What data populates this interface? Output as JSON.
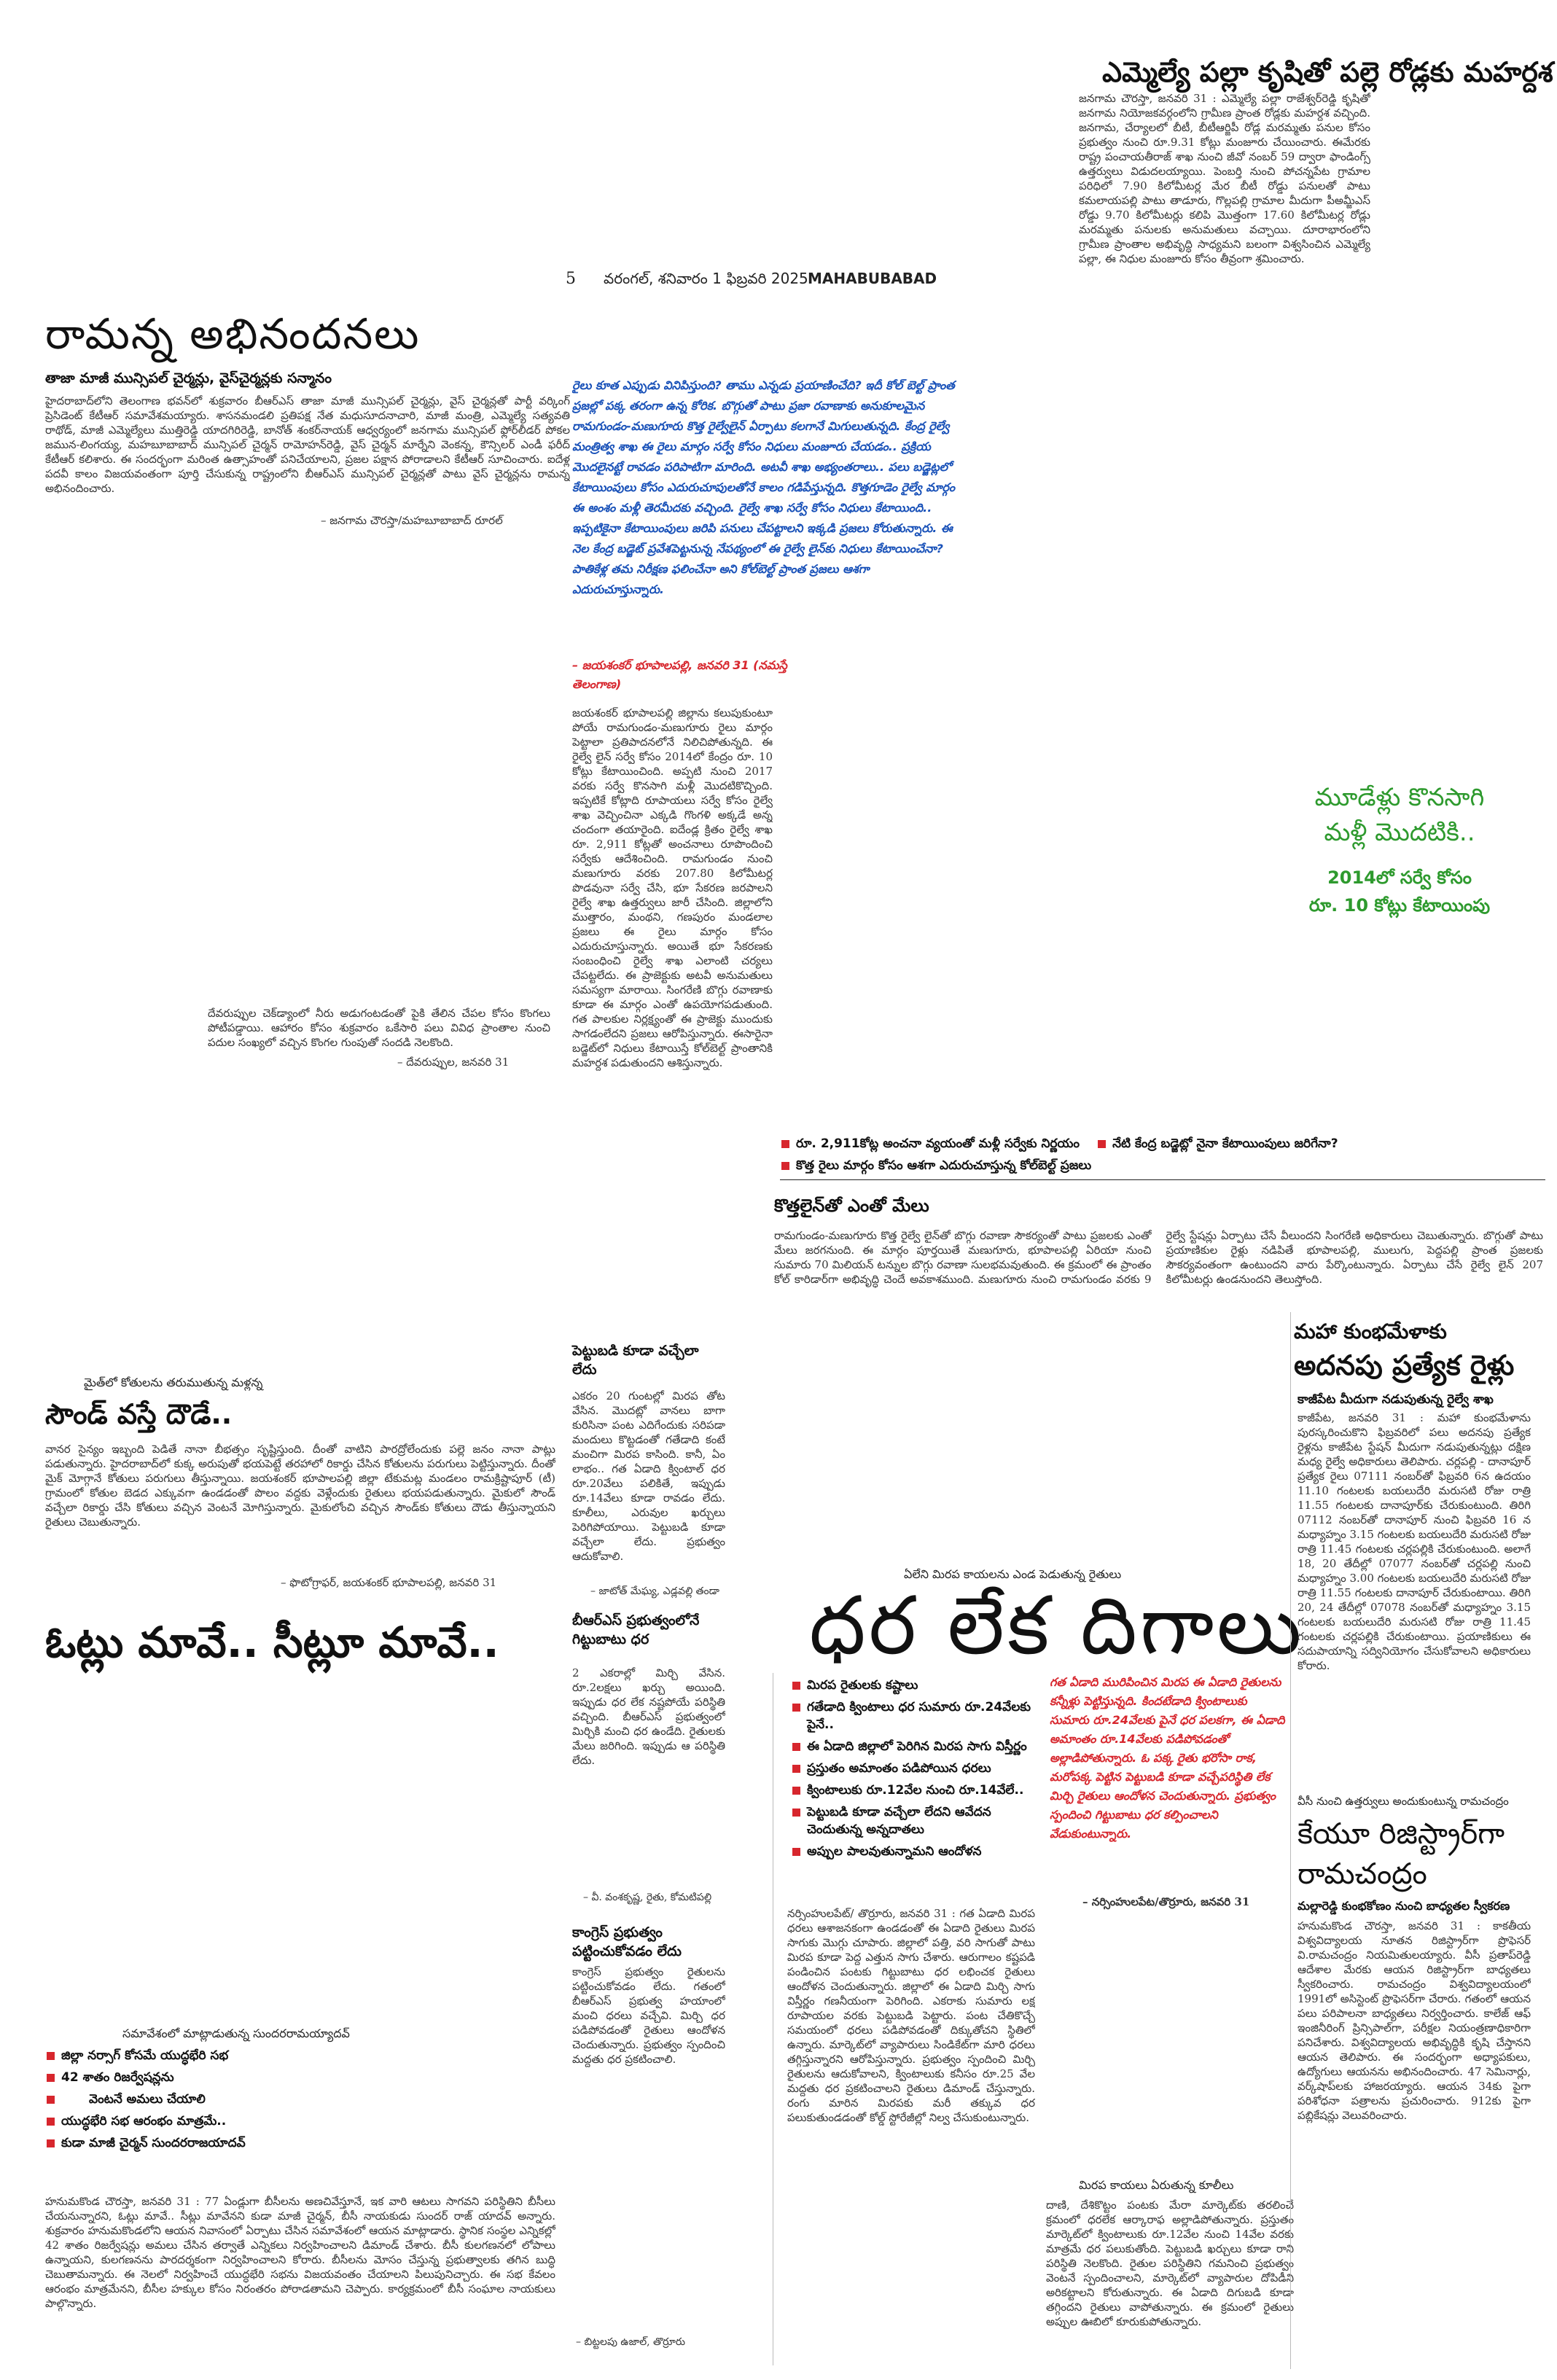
{
  "colors": {
    "accent_red": "#d7262d",
    "accent_green": "#2e9a2e",
    "accent_blue": "#1750b8"
  },
  "folio": {
    "page": "5",
    "dateline": "వరంగల్, శనివారం 1 ఫిబ్రవరి 2025",
    "edition": "MAHABUBABAD"
  },
  "story_road": {
    "headline": "ఎమ్మెల్యే పల్లా కృషితో పల్లె రోడ్లకు మహర్దశ",
    "body": "జనగామ చౌరస్తా, జనవరి 31 : ఎమ్మెల్యే పల్లా రాజేశ్వర్‌రెడ్డి కృషితో జనగామ నియోజకవర్గంలోని గ్రామీణ ప్రాంత రోడ్లకు మహర్దశ వచ్చింది. జనగామ, చేర్యాలలో బీటీ, బీటీఆర్జిపీ రోడ్ల మరమ్మతు పనుల కోసం ప్రభుత్వం నుంచి రూ.9.31 కోట్లు మంజూరు చేయించారు. ఈమేరకు రాష్ట్ర పంచాయతీరాజ్ శాఖ నుంచి జీవో నంబర్ 59 ద్వారా ఫాండింగ్స్ ఉత్తర్వులు విడుదలయ్యాయి. పెంబర్తి నుంచి పోచన్నపేట గ్రామాల పరిధిలో 7.90 కిలోమీటర్ల మేర బీటీ రోడ్డు పనులతో పాటు కమలాయపల్లి పాటు తాడూరు, గొల్లపల్లి గ్రామాల మీదుగా పీఅమ్జీఎస్ రోడ్డు 9.70 కిలోమీటర్లు కలిపి మొత్తంగా 17.60 కిలోమీటర్ల రోడ్లు మరమ్మతు పనులకు అనుమతులు వచ్చాయి. దూరాభారంలోని గ్రామీణ ప్రాంతాల అభివృద్ధి సాధ్యమని బలంగా విశ్వసించిన ఎమ్మెల్యే పల్లా, ఈ నిధుల మంజూరు కోసం తీవ్రంగా శ్రమించారు."
  },
  "story_greetings": {
    "headline": "రామన్న అభినందనలు",
    "subhead": "తాజా మాజీ మున్సిపల్ చైర్మన్లు, వైస్‌చైర్మన్లకు సన్మానం",
    "body": "హైదరాబాద్‌లోని తెలంగాణ భవన్‌లో శుక్రవారం బీఆర్‌ఎస్ తాజా మాజీ మున్సిపల్ చైర్మన్లు, వైస్ చైర్మన్లతో పార్టీ వర్కింగ్ ప్రెసిడెంట్ కేటీఆర్ సమావేశమయ్యారు. శాసనమండలి ప్రతిపక్ష నేత మధుసూదనాచారి, మాజీ మంత్రి, ఎమ్మెల్యే సత్యవతి రాథోడ్, మాజీ ఎమ్మెల్యేలు ముత్తిరెడ్డి యాదగిరిరెడ్డి, బానోత్ శంకర్‌నాయక్ ఆధ్వర్యంలో జనగామ మున్సిపల్ ఫ్లోర్‌లీడర్ పోకల జమున-లింగయ్య, మహబూబాబాద్ మున్సిపల్ చైర్మన్ రామోహన్‌రెడ్డి, వైస్ చైర్మన్ మార్నేని వెంకన్న, కౌన్సిలర్ ఎండీ ఫరీద్‌ కేటీఆర్‌ కలిశారు. ఈ సందర్భంగా మరింత ఉత్సాహంతో పనిచేయాలని, ప్రజల పక్షాన పోరాడాలని కేటీఆర్ సూచించారు. ఐదేళ్ల పదవీ కాలం విజయవంతంగా పూర్తి చేసుకున్న రాష్ట్రంలోని బీఆర్‌ఎస్ మున్సిపల్ చైర్మన్లతో పాటు వైస్ చైర్మన్లను రామన్న అభినందించారు.",
    "credit": "– జనగామ చౌరస్తా/మహబూబాబాద్ రూరల్"
  },
  "story_railway": {
    "intro": "రైలు కూత ఎప్పుడు వినిపిస్తుంది? తాము ఎన్నడు ప్రయాణించేది? ఇదీ కోల్ బెల్ట్ ప్రాంత ప్రజల్లో పక్క తరంగా ఉన్న కోరిక. బొగ్గుతో పాటు ప్రజా రవాణాకు అనుకూలమైన రామగుండం-మణుగూరు కొత్త రైల్వేలైన్ ఏర్పాటు కలగానే మిగులుతున్నది. కేంద్ర రైల్వే మంత్రిత్వ శాఖ ఈ రైలు మార్గం సర్వే కోసం నిధులు మంజూరు చేయడం.. ప్రక్రియ మొదలైనట్టే రావడం పరిపాటిగా మారింది. అటవీ శాఖ అభ్యంతరాలు.. పలు బడ్జెట్లలో కేటాయింపులు కోసం ఎదురుచూపులతోనే కాలం గడిపేస్తున్నది. కొత్తగూడెం రైల్వే మార్గం ఈ అంశం మళ్లీ తెరమీదకు వచ్చింది. రైల్వే శాఖ సర్వే కోసం నిధులు కేటాయింది.. ఇప్పటికైనా కేటాయింపులు జరిపి పనులు చేపట్టాలని ఇక్కడి ప్రజలు కోరుతున్నారు. ఈ నెల కేంద్ర బడ్జెట్ ప్రవేశపెట్టనున్న నేపథ్యంలో ఈ రైల్వే లైన్‌కు నిధులు కేటాయించేనా? పాతికేళ్ల తమ నిరీక్షణ ఫలించేనా అని కోల్‌బెల్ట్ ప్రాంత ప్రజలు ఆశగా ఎదురుచూస్తున్నారు.",
    "intro_credit": "– జయశంకర్ భూపాలపల్లి, జనవరి 31 (నమస్తే తెలంగాణ)",
    "body": "జయశంకర్ భూపాలపల్లి జిల్లాను కలుపుకుంటూ పోయే రామగుండం-మణుగూరు రైలు మార్గం పెట్టాలా ప్రతిపాదనలోనే నిలిచిపోతున్నది. ఈ రైల్వే లైన్ సర్వే కోసం 2014లో కేంద్రం రూ. 10 కోట్లు కేటాయించింది. అప్పటి నుంచి 2017 వరకు సర్వే కొనసాగి మళ్లీ మొదటికొచ్చింది. ఇప్పటికే కోట్లాది రూపాయలు సర్వే కోసం రైల్వే శాఖ వెచ్చించినా ఎక్కడి గొంగళి అక్కడే అన్న చందంగా తయారైంది. ఐదేండ్ల క్రితం రైల్వే శాఖ రూ. 2,911 కోట్లతో అంచనాలు రూపొందించి సర్వేకు ఆదేశించింది. రామగుండం నుంచి మణుగూరు వరకు 207.80 కిలోమీటర్ల పొడవునా సర్వే చేసి, భూ సేకరణ జరపాలని రైల్వే శాఖ ఉత్తర్వులు జారీ చేసింది. జిల్లాలోని ముత్తారం, మంథని, గణపురం మండలాల ప్రజలు ఈ రైలు మార్గం కోసం ఎదురుచూస్తున్నారు. అయితే భూ సేకరణకు సంబంధించి రైల్వే శాఖ ఎలాంటి చర్యలు చేపట్టలేదు. ఈ ప్రాజెక్టుకు అటవీ అనుమతులు సమస్యగా మారాయి. సింగరేణి బొగ్గు రవాణాకు కూడా ఈ మార్గం ఎంతో ఉపయోగపడుతుంది. గత పాలకుల నిర్లక్ష్యంతో ఈ ప్రాజెక్టు ముందుకు సాగడంలేదని ప్రజలు ఆరోపిస్తున్నారు. ఈసారైనా బడ్జెట్‌లో నిధులు కేటాయిస్తే కోల్‌బెల్ట్ ప్రాంతానికి మహర్దశ పడుతుందని ఆశిస్తున్నారు.",
    "highlights": [
      "రూ. 2,911కోట్ల అంచనా వ్యయంతో మళ్లీ సర్వేకు నిర్ణయం",
      "నేటి కేంద్ర బడ్జెట్లో నైనా కేటాయింపులు జరిగేనా?",
      "కొత్త రైలు మార్గం కోసం ఆశగా ఎదురుచూస్తున్న కోల్‌బెల్ట్ ప్రజలు"
    ],
    "side_headline": "మూడేళ్లు కొనసాగి మళ్లీ మొదటికి..",
    "side_line1": "2014లో సర్వే కోసం",
    "side_line2": "రూ. 10 కోట్లు కేటాయింపు",
    "subhead_benefit": "కొత్తలైన్‌తో ఎంతో మేలు",
    "benefit_body": "రామగుండం-మణుగూరు కొత్త రైల్వే లైన్‌తో బొగ్గు రవాణా సౌకర్యంతో పాటు ప్రజలకు ఎంతో మేలు జరగనుంది. ఈ మార్గం పూర్తయితే మణుగూరు, భూపాలపల్లి ఏరియా నుంచి సుమారు 70 మిలియన్ టన్నుల బొగ్గు రవాణా సులభమవుతుంది. ఈ క్రమంలో ఈ ప్రాంతం కోల్ కారిడార్‌గా అభివృద్ధి చెందే అవకాశముంది. మణుగూరు నుంచి రామగుండం వరకు 9 రైల్వే స్టేషన్లు ఏర్పాటు చేసే వీలుందని సింగరేణి అధికారులు చెబుతున్నారు. బొగ్గుతో పాటు ప్రయాణికుల రైళ్లు నడిపితే భూపాలపల్లి, ములుగు, పెద్దపల్లి ప్రాంత ప్రజలకు సౌకర్యవంతంగా ఉంటుందని వారు పేర్కొంటున్నారు. ఏర్పాటు చేసే రైల్వే లైన్ 207 కిలోమీటర్లు ఉండనుందని తెలుస్తోంది.",
    "photo_caption": "దేవరుప్పుల చెక్‌డ్యాంలో నీరు అడుగంటడంతో పైకి తేలిన చేపల కోసం కొంగలు పోటీపడ్డాయి. ఆహారం కోసం శుక్రవారం ఒకేసారి పలు వివిధ ప్రాంతాల నుంచి పదుల సంఖ్యలో వచ్చిన కొంగల గుంపుతో సందడి నెలకొంది.",
    "photo_credit": "– దేవరుప్పుల, జనవరి 31"
  },
  "story_sand": {
    "kicker": "మైత్‌లో కోతులను తరుముతున్న మళ్లన్న",
    "headline": "సౌండ్ వస్తే దౌడే..",
    "body": "వానర సైన్యం ఇబ్బంది పెడితే నానా బీభత్సం సృష్టిస్తుంది. దీంతో వాటిని పారద్రోలేందుకు పల్లె జనం నానా పాట్లు పడుతున్నారు. హైదరాబాద్‌లో కుక్క అరుపుతో భయపెట్టే తరహాలో రికార్డు చేసిన కోతులను పరుగులు పెట్టిస్తున్నారు. దీంతో మైక్ మోగ్గానే కోతులు పరుగులు తీస్తున్నాయి. జయశంకర్ భూపాలపల్లి జిల్లా టేకుమట్ల మండలం రామక్రిష్టాపూర్ (టీ) గ్రామంలో కోతుల బెడద ఎక్కువగా ఉండడంతో పొలం వద్దకు వెళ్లేందుకు రైతులు భయపడుతున్నారు. మైకులో సౌండ్ వచ్చేలా రికార్డు చేసి కోతులు వచ్చిన వెంటనే మోగిస్తున్నారు. మైకులోంచి వచ్చిన సౌండ్‌కు కోతులు దౌడు తీస్తున్నాయని రైతులు చెబుతున్నారు.",
    "credit": "– ఫొటోగ్రాఫర్, జయశంకర్ భూపాలపల్లి, జనవరి 31"
  },
  "story_votes": {
    "headline": "ఓట్లు మావే.. సీట్లూ మావే..",
    "kicker": "సమావేశంలో మాట్లాడుతున్న సుందరరామయ్యాదవ్",
    "bullets": [
      "జిల్లా నర్సాగ్ కోసమే యుద్ధభేరి సభ",
      "42 శాతం రిజర్వేషన్లను",
      "వెంటనే అమలు చేయాలి",
      "యుద్ధభేరి సభ ఆరంభం మాత్రమే..",
      "కుడా మాజీ చైర్మన్ సుందరరాజయాదవ్"
    ],
    "body": "హనుమకొండ చౌరస్తా, జనవరి 31 : 77 ఏండ్లుగా బీసీలను అణచివేస్తూనే, ఇక వారి ఆటలు సాగవని పరిస్థితిని బీసీలు చేయనున్నారని, ఓట్లు మావే.. సీట్లు మావేనని కుడా మాజీ చైర్మన్, బీసీ నాయకుడు సుందర్ రాజ్ యాదవ్ అన్నారు. శుక్రవారం హనుమకొండలోని ఆయన నివాసంలో ఏర్పాటు చేసిన సమావేశంలో ఆయన మాట్లాడారు. స్థానిక సంస్థల ఎన్నికల్లో 42 శాతం రిజర్వేషన్లు అమలు చేసిన తర్వాతే ఎన్నికలు నిర్వహించాలని డిమాండ్ చేశారు. బీసీ కులగణనలో లోపాలు ఉన్నాయని, కులగణనను పారదర్శకంగా నిర్వహించాలని కోరారు. బీసీలను మోసం చేస్తున్న ప్రభుత్వాలకు తగిన బుద్ధి చెబుతామన్నారు. ఈ నెలలో నిర్వహించే యుద్ధభేరి సభను విజయవంతం చేయాలని పిలుపునిచ్చారు. ఈ సభ కేవలం ఆరంభం మాత్రమేనని, బీసీల హక్కుల కోసం నిరంతరం పోరాడతామని చెప్పారు. కార్యక్రమంలో బీసీ సంఘాల నాయకులు పాల్గొన్నారు."
  },
  "story_investment": {
    "subhead": "పెట్టుబడి కూడా వచ్చేలా లేదు",
    "body": "ఎకరం 20 గుంటల్లో మిరప తోట వేసిన. మొదట్లో వానలు బాగా కురిసినా పంట ఎదిగేందుకు సరిపడా మందులు కొట్టడంతో గతేడాది కంటే మంచిగా మిరప కాసింది. కానీ, ఏం లాభం.. గత ఏడాది క్వింటాల్ ధర రూ.20వేలు పలికితే, ఇప్పుడు రూ.14వేలు కూడా రావడం లేదు. కూలీలు, ఎరువుల ఖర్చులు పెరిగిపోయాయి. పెట్టుబడి కూడా వచ్చేలా లేదు. ప్రభుత్వం ఆదుకోవాలి.",
    "credit": "– జాటోత్ మేఘ్య, ఎడ్లవల్లి తండా",
    "subhead2": "బీఆర్‌ఎస్ ప్రభుత్వంలోనే గిట్టుబాటు ధర",
    "body2": "2 ఎకరాల్లో మిర్చి వేసిన. రూ.2లక్షలు ఖర్చు అయింది. ఇప్పుడు ధర లేక నష్టపోయే పరిస్థితి వచ్చింది. బీఆర్‌ఎస్ ప్రభుత్వంలో మిర్చికి మంచి ధర ఉండేది. రైతులకు మేలు జరిగింది. ఇప్పుడు ఆ పరిస్థితి లేదు.",
    "credit2": "– వీ. వంశకృష్ణ, రైతు, కోమటిపల్లి",
    "subhead3": "కాంగ్రెస్ ప్రభుత్వం పట్టించుకోవడం లేదు",
    "body3": "కాంగ్రెస్ ప్రభుత్వం రైతులను పట్టించుకోవడం లేదు. గతంలో బీఆర్‌ఎస్ ప్రభుత్వ హయాంలో మంచి ధరలు వచ్చేవి. మిర్చి ధర పడిపోవడంతో రైతులు ఆందోళన చెందుతున్నారు. ప్రభుత్వం స్పందించి మద్దతు ధర ప్రకటించాలి.",
    "credit3": "– బిట్టలపు ఉజాల్, తొర్రూరు"
  },
  "story_chilli": {
    "kicker": "ఏలేని మిరప కాయలను ఎండ పెడుతున్న రైతులు",
    "headline": "ధర లేక దిగాలు",
    "bullets": [
      "మిరప రైతులకు కష్టాలు",
      "గతేడాది క్వింటాలు ధర సుమారు రూ.24వేలకు పైనే..",
      "ఈ ఏడాది జిల్లాలో పెరిగిన మిరప సాగు విస్తీర్ణం",
      "ప్రస్తుతం అమాంతం పడిపోయిన ధరలు",
      "క్వింటాలుకు రూ.12వేల నుంచి రూ.14వేలే..",
      "పెట్టుబడి కూడా వచ్చేలా లేదని ఆవేదన చెందుతున్న అన్నదాతలు",
      "అప్పుల పాలవుతున్నామని ఆందోళన"
    ],
    "quote": "గత ఏడాది మురిపించిన మిరప ఈ ఏడాది రైతులను కన్నీళ్లు పెట్టిస్తున్నది. కిందటేడాది క్వింటాలుకు సుమారు రూ.24వేలకు పైనే ధర పలకగా, ఈ ఏడాది అమాంతం రూ.14వేలకు పడిపోవడంతో అల్లాడిపోతున్నారు. ఓ పక్క రైతు భరోసా రాక, మరోపక్క పెట్టిన పెట్టుబడి కూడా వచ్చేపరిస్థితి లేక మిర్చి రైతులు ఆందోళన చెందుతున్నారు. ప్రభుత్వం స్పందించి గిట్టుబాటు ధర కల్పించాలని వేడుకుంటున్నారు.",
    "credit": "– నర్సింహులపేట/తొర్రూరు, జనవరి 31",
    "body": "నర్సింహులపేట్/ తొర్రూరు, జనవరి 31 : గత ఏడాది మిరప ధరలు ఆశాజనకంగా ఉండడంతో ఈ ఏడాది రైతులు మిరప సాగుకు మొగ్గు చూపారు. జిల్లాలో పత్తి, వరి సాగుతో పాటు మిరప కూడా పెద్ద ఎత్తున సాగు చేశారు. ఆరుగాలం కష్టపడి పండించిన పంటకు గిట్టుబాటు ధర లభించక రైతులు ఆందోళన చెందుతున్నారు. జిల్లాలో ఈ ఏడాది మిర్చి సాగు విస్తీర్ణం గణనీయంగా పెరిగింది. ఎకరాకు సుమారు లక్ష రూపాయల వరకు పెట్టుబడి పెట్టారు. పంట చేతికొచ్చే సమయంలో ధరలు పడిపోవడంతో దిక్కుతోచని స్థితిలో ఉన్నారు. మార్కెట్‌లో వ్యాపారులు సిండికేట్‌గా మారి ధరలు తగ్గిస్తున్నారని ఆరోపిస్తున్నారు. ప్రభుత్వం స్పందించి మిర్చి రైతులను ఆదుకోవాలని, క్వింటాలుకు కనీసం రూ.25 వేల మద్దతు ధర ప్రకటించాలని రైతులు డిమాండ్ చేస్తున్నారు. రంగు మారిన మిరపకు మరీ తక్కువ ధర పలుకుతుండడంతో కోల్డ్ స్టోరేజీల్లో నిల్వ చేసుకుంటున్నారు.",
    "photo_caption": "మిరప కాయలు ఏరుతున్న కూలీలు",
    "body2": "దాణి, దేశికొట్టం పంటకు మేరా మార్కెట్‌కు తరలించే క్రమంలో ధరలేక ఆర్కారాఫ అల్లాడిపోతున్నారు. ప్రస్తుతం మార్కెట్‌లో క్వింటాలుకు రూ.12వేల నుంచి 14వేల వరకు మాత్రమే ధర పలుకుతోంది. పెట్టుబడి ఖర్చులు కూడా రాని పరిస్థితి నెలకొంది. రైతుల పరిస్థితిని గమనించి ప్రభుత్వం వెంటనే స్పందించాలని, మార్కెట్‌లో వ్యాపారుల దోపిడీని అరికట్టాలని కోరుతున్నారు. ఈ ఏడాది దిగుబడి కూడా తగ్గిందని రైతులు వాపోతున్నారు. ఈ క్రమంలో రైతులు అప్పుల ఊబిలో కూరుకుపోతున్నారు."
  },
  "story_kumbh": {
    "headline_line1": "మహా కుంభమేళాకు",
    "headline_line2": "అదనపు ప్రత్యేక రైళ్లు",
    "subhead": "కాజీపేట మీదుగా నడుపుతున్న రైల్వే శాఖ",
    "body": "కాజీపేట, జనవరి 31 : మహా కుంభమేళాను పురస్కరించుకొని ఫిబ్రవరిలో పలు అదనపు ప్రత్యేక రైళ్లను కాజీపేట స్టేషన్ మీదుగా నడుపుతున్నట్లు దక్షిణ మధ్య రైల్వే అధికారులు తెలిపారు. చర్లపల్లి - దానాపూర్ ప్రత్యేక రైలు 07111 నంబర్‌తో ఫిబ్రవరి 6న ఉదయం 11.10 గంటలకు బయలుదేరి మరుసటి రోజు రాత్రి 11.55 గంటలకు దానాపూర్‌కు చేరుకుంటుంది. తిరిగి 07112 నంబర్‌తో దానాపూర్ నుంచి ఫిబ్రవరి 16 న మధ్యాహ్నం 3.15 గంటలకు బయలుదేరి మరుసటి రోజు రాత్రి 11.45 గంటలకు చర్లపల్లికి చేరుకుంటుంది. అలాగే 18, 20 తేదీల్లో 07077 నంబర్‌తో చర్లపల్లి నుంచి మధ్యాహ్నం 3.00 గంటలకు బయలుదేరి మరుసటి రోజు రాత్రి 11.55 గంటలకు దానాపూర్ చేరుకుంటాయి. తిరిగి 20, 24 తేదీల్లో 07078 నంబర్‌తో మధ్యాహ్నం 3.15 గంటలకు బయలుదేరి మరుసటి రోజు రాత్రి 11.45 గంటలకు చర్లపల్లికి చేరుకుంటాయి. ప్రయాణికులు ఈ సదుపాయాన్ని సద్వినియోగం చేసుకోవాలని అధికారులు కోరారు."
  },
  "story_registrar": {
    "kicker": "వీసీ నుంచి ఉత్తర్వులు అందుకుంటున్న రామచంద్రం",
    "headline_line1": "కేయూ రిజిస్ట్రార్‌గా",
    "headline_line2": "రామచంద్రం",
    "subhead": "మల్లారెడ్డి కుంభకోణం నుంచి బాధ్యతల స్వీకరణ",
    "body": "హనుమకొండ చౌరస్తా, జనవరి 31 : కాకతీయ విశ్వవిద్యాలయ నూతన రిజిస్ట్రార్‌గా ప్రొఫెసర్ వి.రామచంద్రం నియమితులయ్యారు. వీసీ ప్రతాప్‌రెడ్డి ఆదేశాల మేరకు ఆయన రిజిస్ట్రార్‌గా బాధ్యతలు స్వీకరించారు. రామచంద్రం విశ్వవిద్యాలయంలో 1991లో అసిస్టెంట్ ప్రొఫెసర్‌గా చేరారు. గతంలో ఆయన పలు పరిపాలనా బాధ్యతలు నిర్వర్తించారు. కాలేజ్ ఆఫ్ ఇంజినీరింగ్ ప్రిన్సిపాల్‌గా, పరీక్షల నియంత్రణాధికారిగా పనిచేశారు. విశ్వవిద్యాలయ అభివృద్ధికి కృషి చేస్తానని ఆయన తెలిపారు. ఈ సందర్భంగా అధ్యాపకులు, ఉద్యోగులు ఆయనను అభినందించారు. 47 సెమినార్లు, వర్క్‌షాప్‌లకు హాజరయ్యారు. ఆయన 34కు పైగా పరిశోధనా పత్రాలను ప్రచురించారు. 912కు పైగా పబ్లికేషన్లు వెలువరించారు."
  }
}
